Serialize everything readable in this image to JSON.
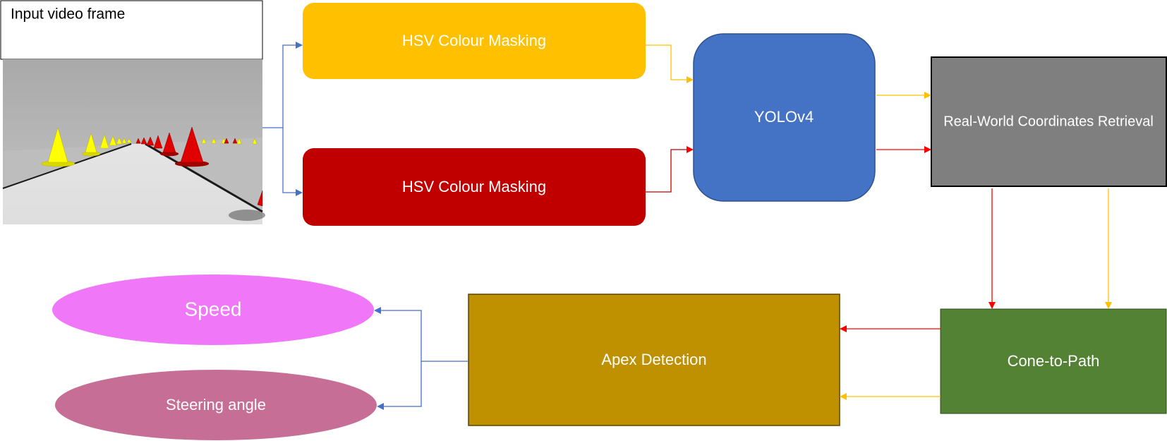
{
  "input": {
    "label": "Input video frame"
  },
  "nodes": {
    "hsv_yellow": {
      "label": "HSV Colour Masking",
      "color": "#FFC000"
    },
    "hsv_red": {
      "label": "HSV Colour Masking",
      "color": "#C00000"
    },
    "yolo": {
      "label": "YOLOv4",
      "color": "#4472C4"
    },
    "realworld": {
      "label": "Real-World Coordinates Retrieval",
      "color": "#7F7F7F"
    },
    "cone_to_path": {
      "label": "Cone-to-Path",
      "color": "#548235"
    },
    "apex": {
      "label": "Apex Detection",
      "color": "#BF9000"
    },
    "speed": {
      "label": "Speed",
      "color": "#F177F9"
    },
    "steering": {
      "label": "Steering angle",
      "color": "#C66E96"
    }
  },
  "colors": {
    "arrow_blue": "#4472C4",
    "arrow_yellow": "#FFC000",
    "arrow_red": "#FF0000",
    "cone_yellow": "#FFFF00",
    "cone_red": "#E00000"
  }
}
